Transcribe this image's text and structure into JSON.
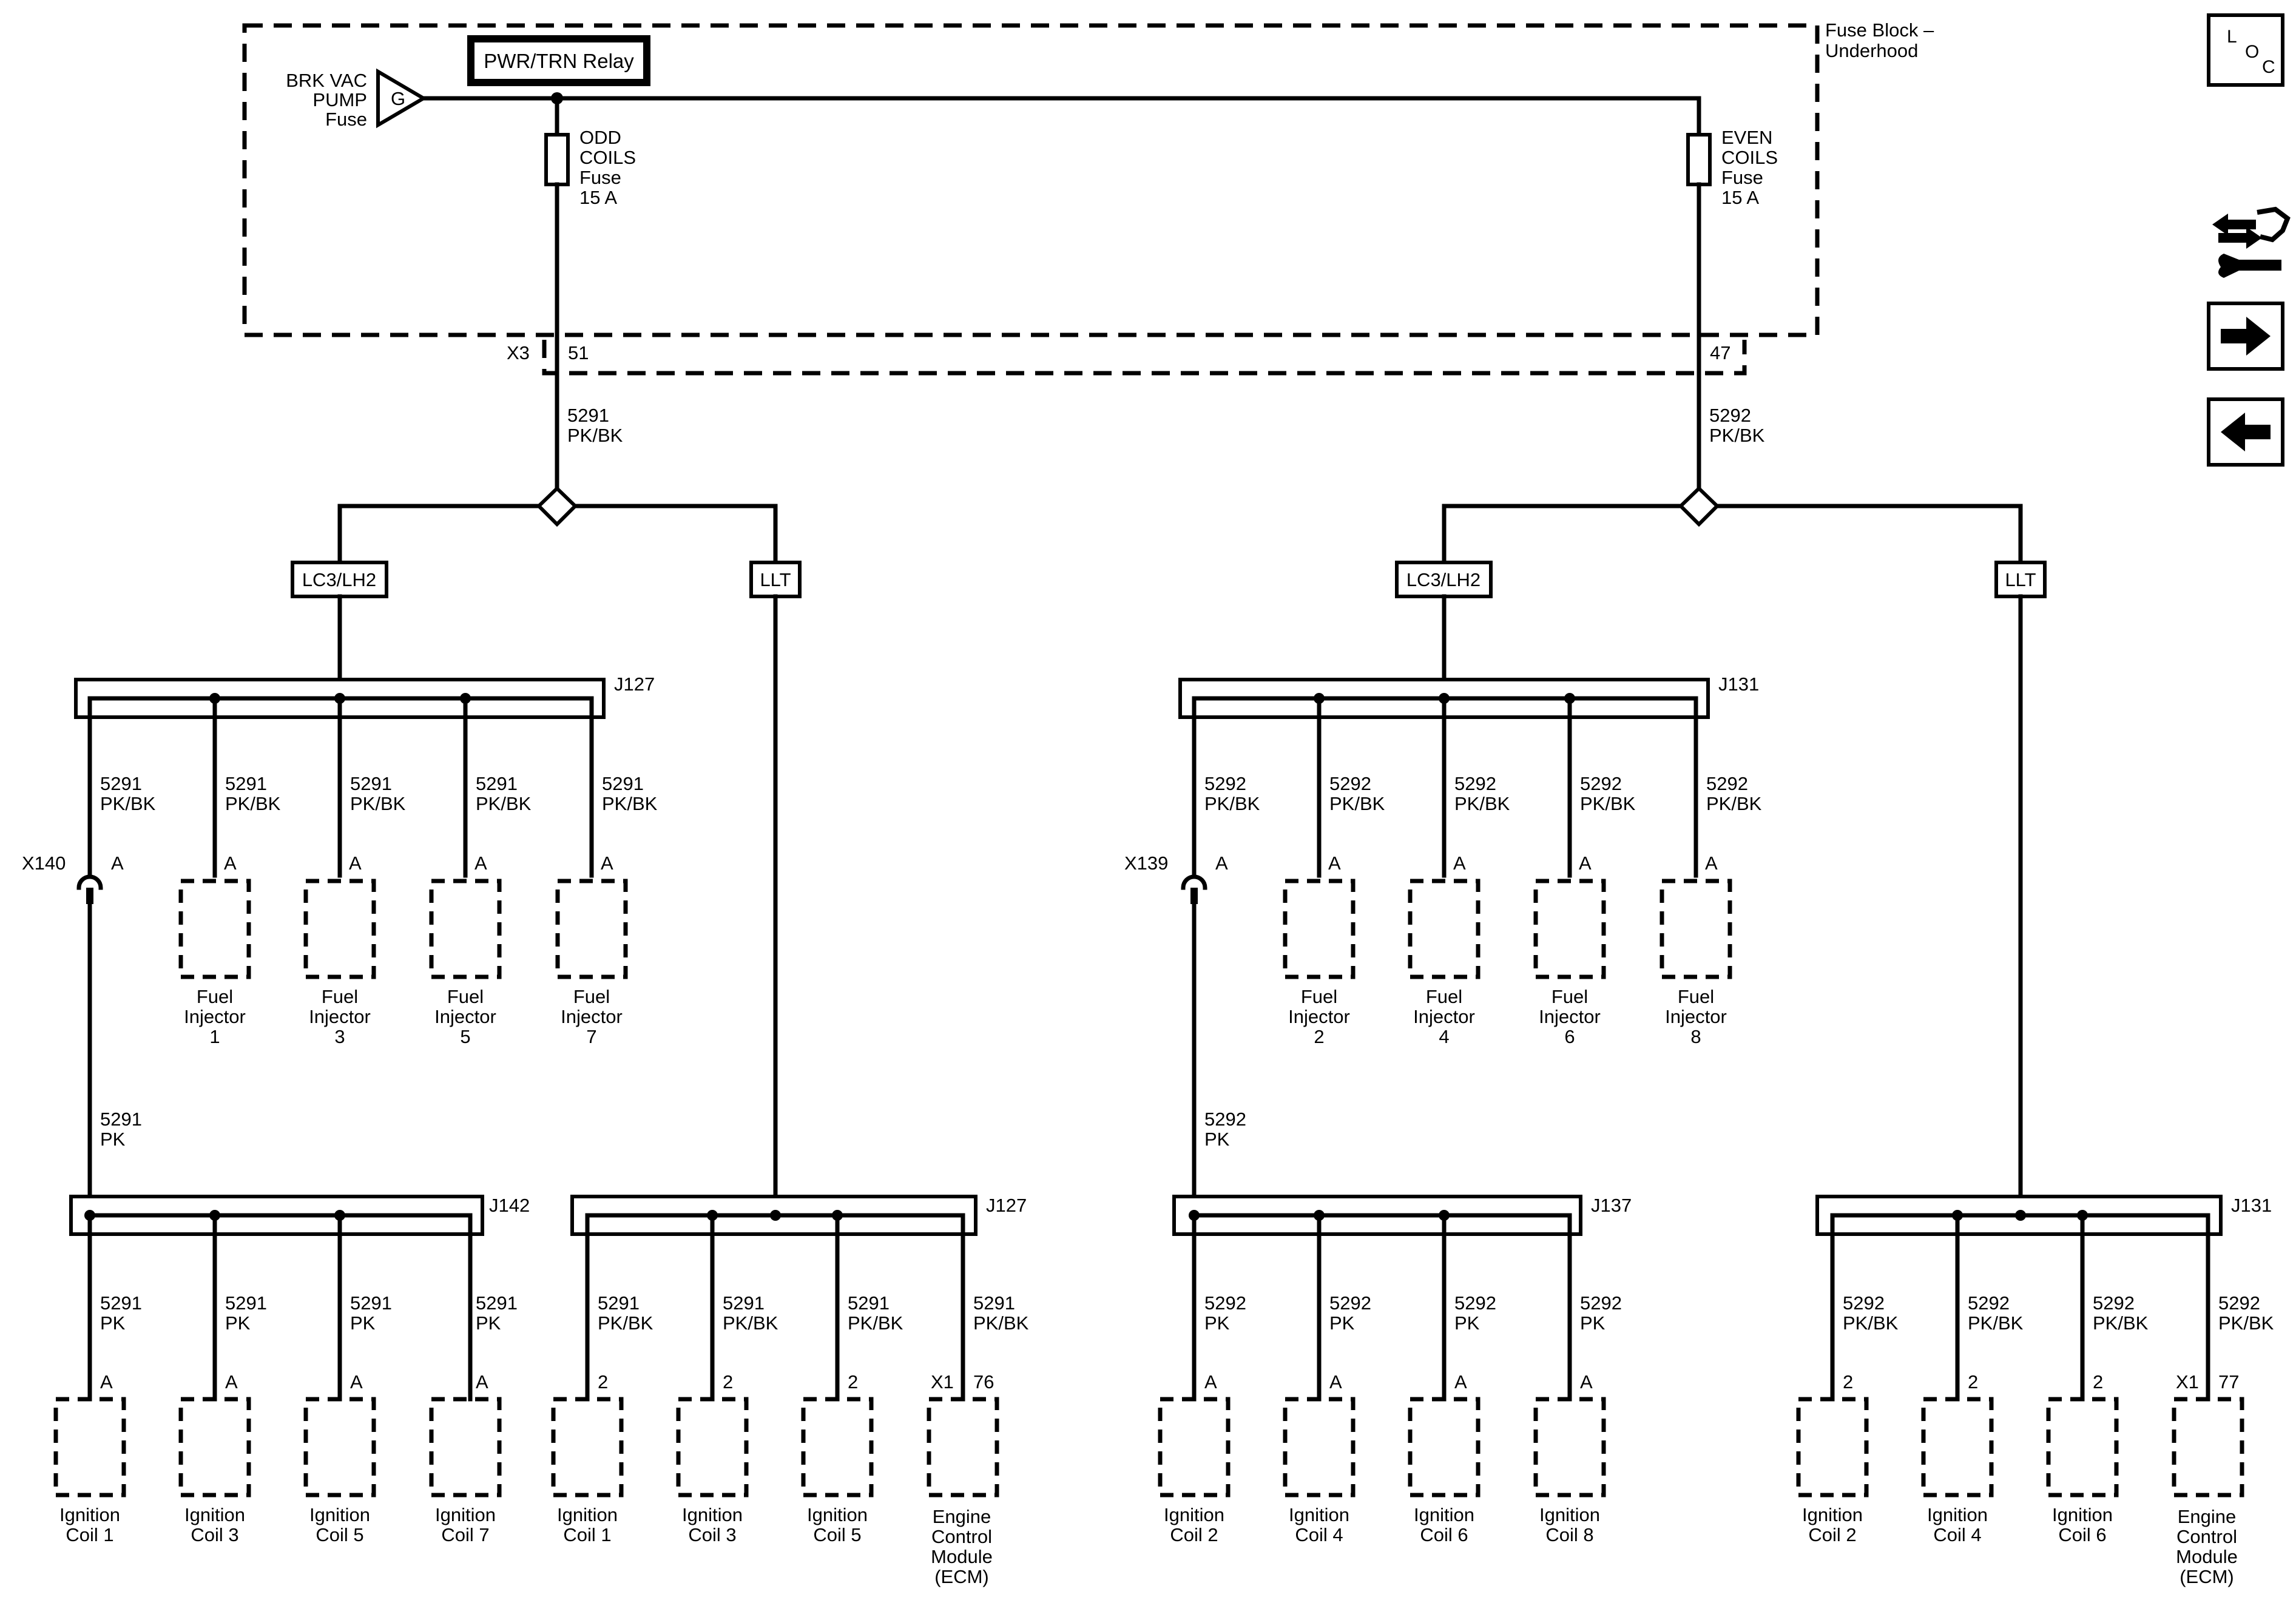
{
  "fuse_block": {
    "title_line1": "Fuse Block –",
    "title_line2": "Underhood"
  },
  "relay": {
    "label": "PWR/TRN Relay"
  },
  "brk_vac": {
    "line1": "BRK VAC",
    "line2": "PUMP",
    "line3": "Fuse",
    "pin": "G"
  },
  "fuse_odd": {
    "line1": "ODD",
    "line2": "COILS",
    "line3": "Fuse",
    "line4": "15 A"
  },
  "fuse_even": {
    "line1": "EVEN",
    "line2": "COILS",
    "line3": "Fuse",
    "line4": "15 A"
  },
  "connector_x3": {
    "name": "X3",
    "pin_odd": "51",
    "pin_even": "47"
  },
  "circuits": {
    "c5291_pkbk": {
      "num": "5291",
      "color": "PK/BK"
    },
    "c5291_pk": {
      "num": "5291",
      "color": "PK"
    },
    "c5292_pkbk": {
      "num": "5292",
      "color": "PK/BK"
    },
    "c5292_pk": {
      "num": "5292",
      "color": "PK"
    }
  },
  "options": {
    "lc3": "LC3/LH2",
    "llt": "LLT"
  },
  "splices": {
    "j127": "J127",
    "j131": "J131",
    "j142": "J142",
    "j137": "J137"
  },
  "inline_connectors": {
    "x140": "X140",
    "x139": "X139",
    "pin_a": "A"
  },
  "pins": {
    "a": "A",
    "two": "2",
    "x1": "X1",
    "ecm_odd": "76",
    "ecm_even": "77"
  },
  "components": {
    "fuel_injector": {
      "line1": "Fuel",
      "line2": "Injector"
    },
    "ignition_coil": {
      "line1": "Ignition"
    },
    "ecm": {
      "line1": "Engine",
      "line2": "Control",
      "line3": "Module",
      "line4": "(ECM)"
    }
  },
  "injectors_odd": [
    "1",
    "3",
    "5",
    "7"
  ],
  "injectors_even": [
    "2",
    "4",
    "6",
    "8"
  ],
  "coils_odd_j142": [
    "Coil 1",
    "Coil 3",
    "Coil 5",
    "Coil 7"
  ],
  "coils_odd_j127": [
    "Coil 1",
    "Coil 3",
    "Coil 5"
  ],
  "coils_even_j137": [
    "Coil 2",
    "Coil 4",
    "Coil 6",
    "Coil 8"
  ],
  "coils_even_j131": [
    "Coil 2",
    "Coil 4",
    "Coil 6"
  ],
  "loc_icon": {
    "l": "L",
    "o": "O",
    "c": "C"
  },
  "icons": [
    "loc-icon",
    "connector-tools-icon",
    "arrow-right-icon",
    "arrow-left-icon"
  ]
}
